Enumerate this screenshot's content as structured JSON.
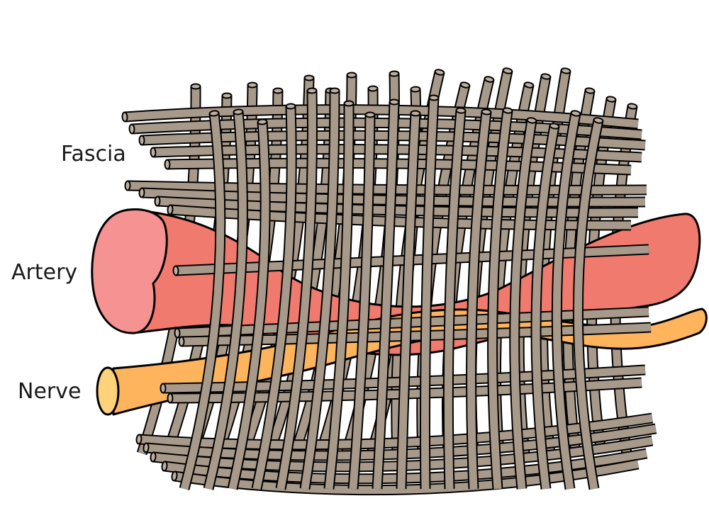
{
  "labels": {
    "fascia": "Fascia",
    "artery": "Artery",
    "nerve": "Nerve"
  },
  "colors": {
    "fiber": "#a89a8b",
    "fiber_end": "#bdb0a2",
    "outline": "#000000",
    "artery": "#f07a6d",
    "artery_end": "#f59292",
    "nerve": "#fdb45d",
    "nerve_end": "#fdd27a"
  }
}
